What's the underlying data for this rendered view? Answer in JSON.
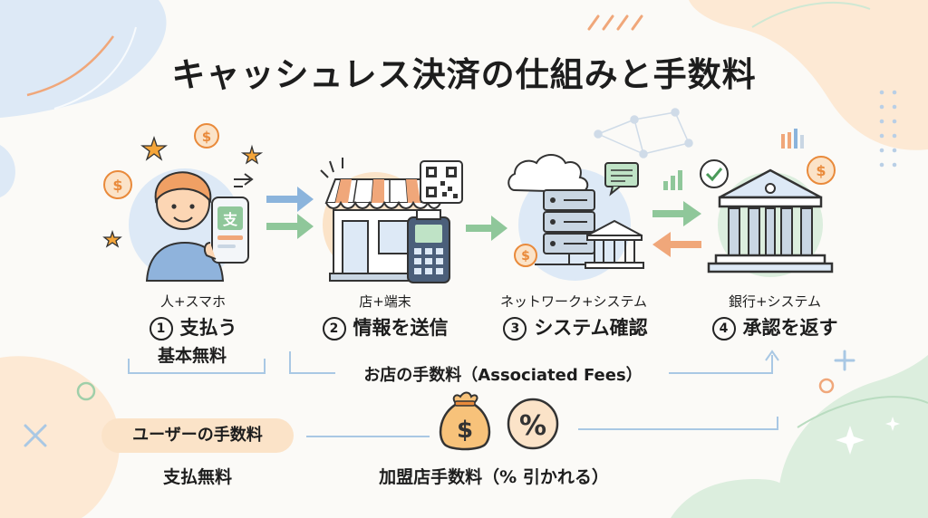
{
  "title": "キャッシュレス決済の仕組みと手数料",
  "steps": [
    {
      "label": "人+スマホ",
      "num": "1",
      "name": "支払う",
      "icon": "person-phone-icon"
    },
    {
      "label": "店+端末",
      "num": "2",
      "name": "情報を送信",
      "icon": "shop-terminal-icon"
    },
    {
      "label": "ネットワーク+システム",
      "num": "3",
      "name": "システム確認",
      "icon": "server-network-icon"
    },
    {
      "label": "銀行+システム",
      "num": "4",
      "name": "承認を返す",
      "icon": "bank-icon"
    }
  ],
  "fees": {
    "basic_free": "基本無料",
    "store_fees": "お店の手数料（Associated Fees）",
    "user_fees_label": "ユーザーの手数料",
    "user_fees_value": "支払無料",
    "merchant_fee": "加盟店手数料（% 引かれる）"
  },
  "icons": {
    "phone_app_glyph": "支",
    "money_symbol": "$",
    "percent_symbol": "%"
  },
  "colors": {
    "orange_blob": "#fbe3c8",
    "blue_blob": "#dde9f6",
    "green_blob": "#dceede",
    "arrow_blue": "#8bb4dc",
    "arrow_green": "#8fc79a",
    "arrow_orange": "#f0a77a",
    "line": "#a9c8e4"
  }
}
